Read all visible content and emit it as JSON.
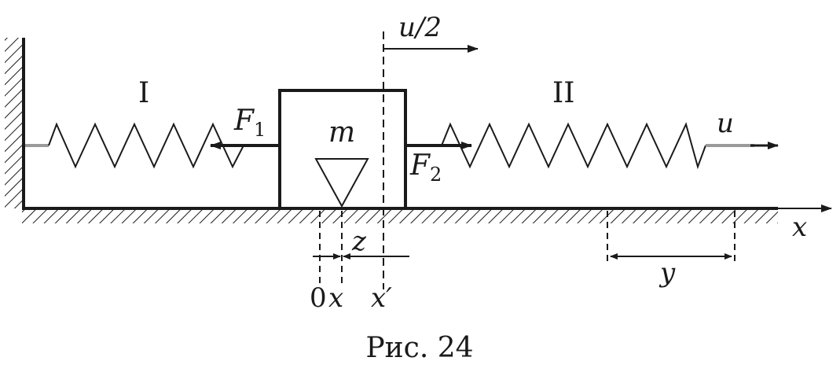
{
  "diagram": {
    "region_left_label": "I",
    "region_right_label": "II",
    "mass_label": "m",
    "force_left_label": "F",
    "force_left_sub": "1",
    "force_right_label": "F",
    "force_right_sub": "2",
    "velocity_half_label": "u/2",
    "velocity_label": "u",
    "axis_label": "x",
    "z_label": "z",
    "y_label": "y",
    "origin_label": "0",
    "x_position_label": "x",
    "x_prime_label": "x′"
  },
  "caption": "Рис. 24",
  "colors": {
    "ink": "#1a1a1a",
    "gray": "#9a9a9a",
    "background": "#ffffff"
  }
}
